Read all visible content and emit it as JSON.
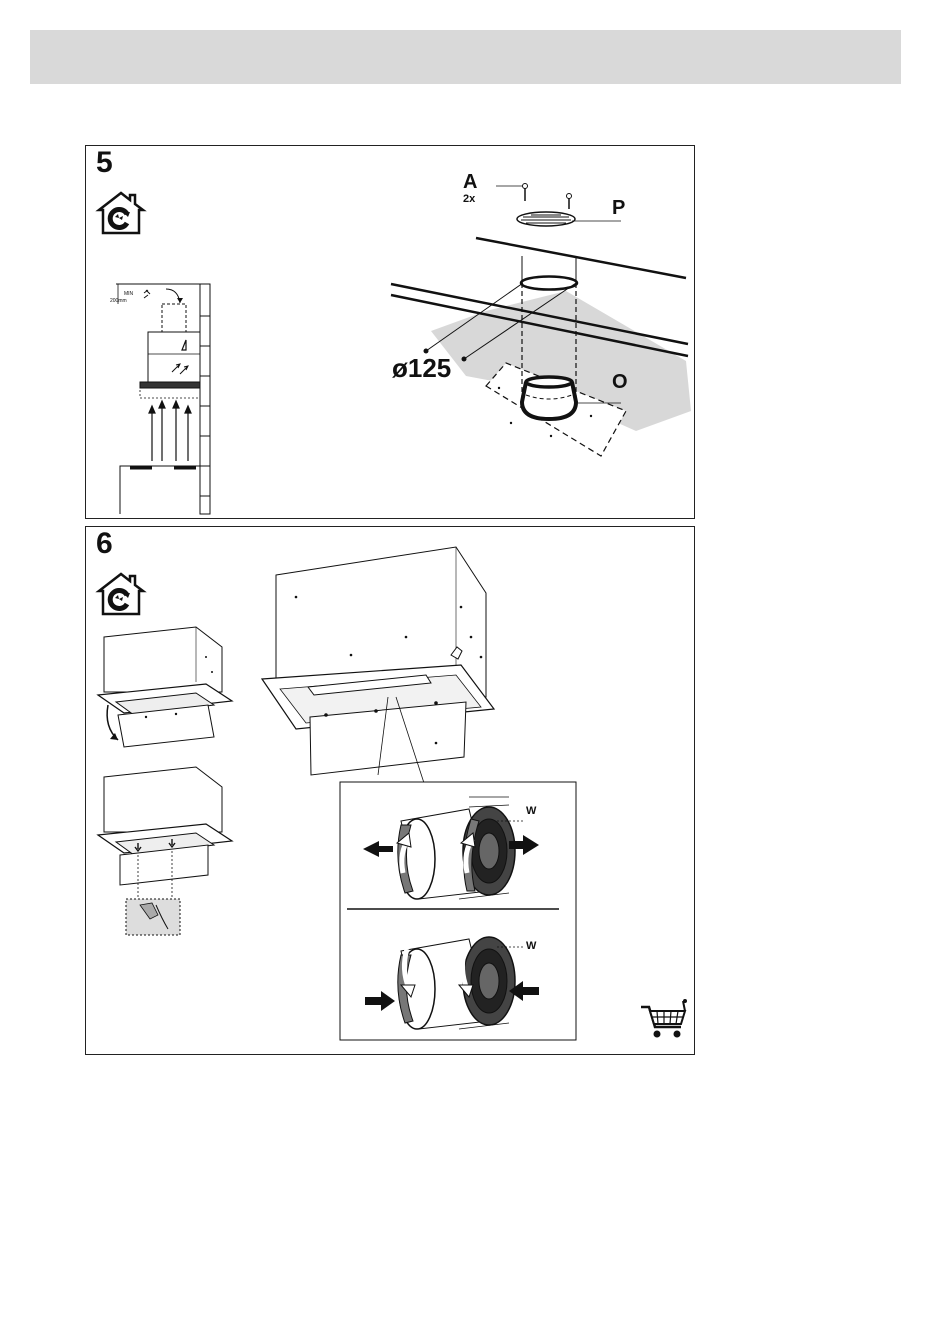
{
  "step5": {
    "number": "5",
    "min_label": "MIN",
    "min_value": "200mm",
    "label_a": "A",
    "label_a_qty": "2x",
    "label_p": "P",
    "label_o": "O",
    "diameter": "ø125"
  },
  "step6": {
    "number": "6",
    "label_w_top": "W",
    "label_w_bottom": "W"
  },
  "colors": {
    "header_bar": "#d9d9d9",
    "ceiling_shade": "#d8d8d8",
    "line": "#111111"
  },
  "icons": [
    "recirculation-house-icon",
    "recirculation-house-icon",
    "shopping-cart-icon"
  ]
}
